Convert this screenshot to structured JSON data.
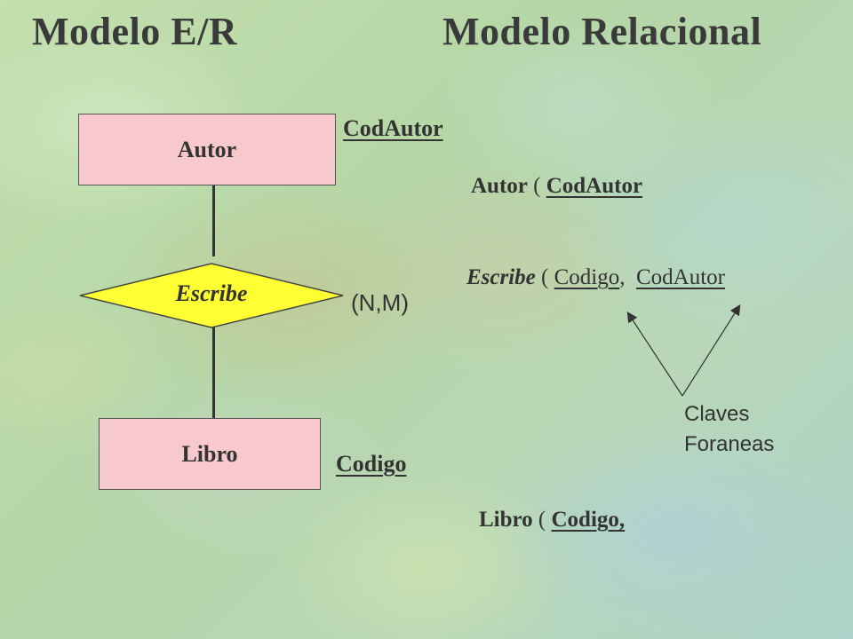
{
  "titles": {
    "left": "Modelo E/R",
    "right": "Modelo Relacional"
  },
  "er": {
    "entity_top": "Autor",
    "entity_bottom": "Libro",
    "relationship": "Escribe",
    "cardinality": "(N,M)",
    "attr_top": "CodAutor",
    "attr_bottom": "Codigo",
    "colors": {
      "entity_fill": "#f8c9cc",
      "relationship_fill": "#ffff33"
    }
  },
  "relational": {
    "autor": {
      "name": "Autor",
      "open": "(",
      "key": "CodAutor"
    },
    "escribe": {
      "name": "Escribe",
      "open": "(",
      "key1": "Codigo",
      "sep": ",",
      "key2": "CodAutor"
    },
    "libro": {
      "name": "Libro",
      "open": "(",
      "key": "Codigo,"
    },
    "note_line1": "Claves",
    "note_line2": "Foraneas"
  }
}
